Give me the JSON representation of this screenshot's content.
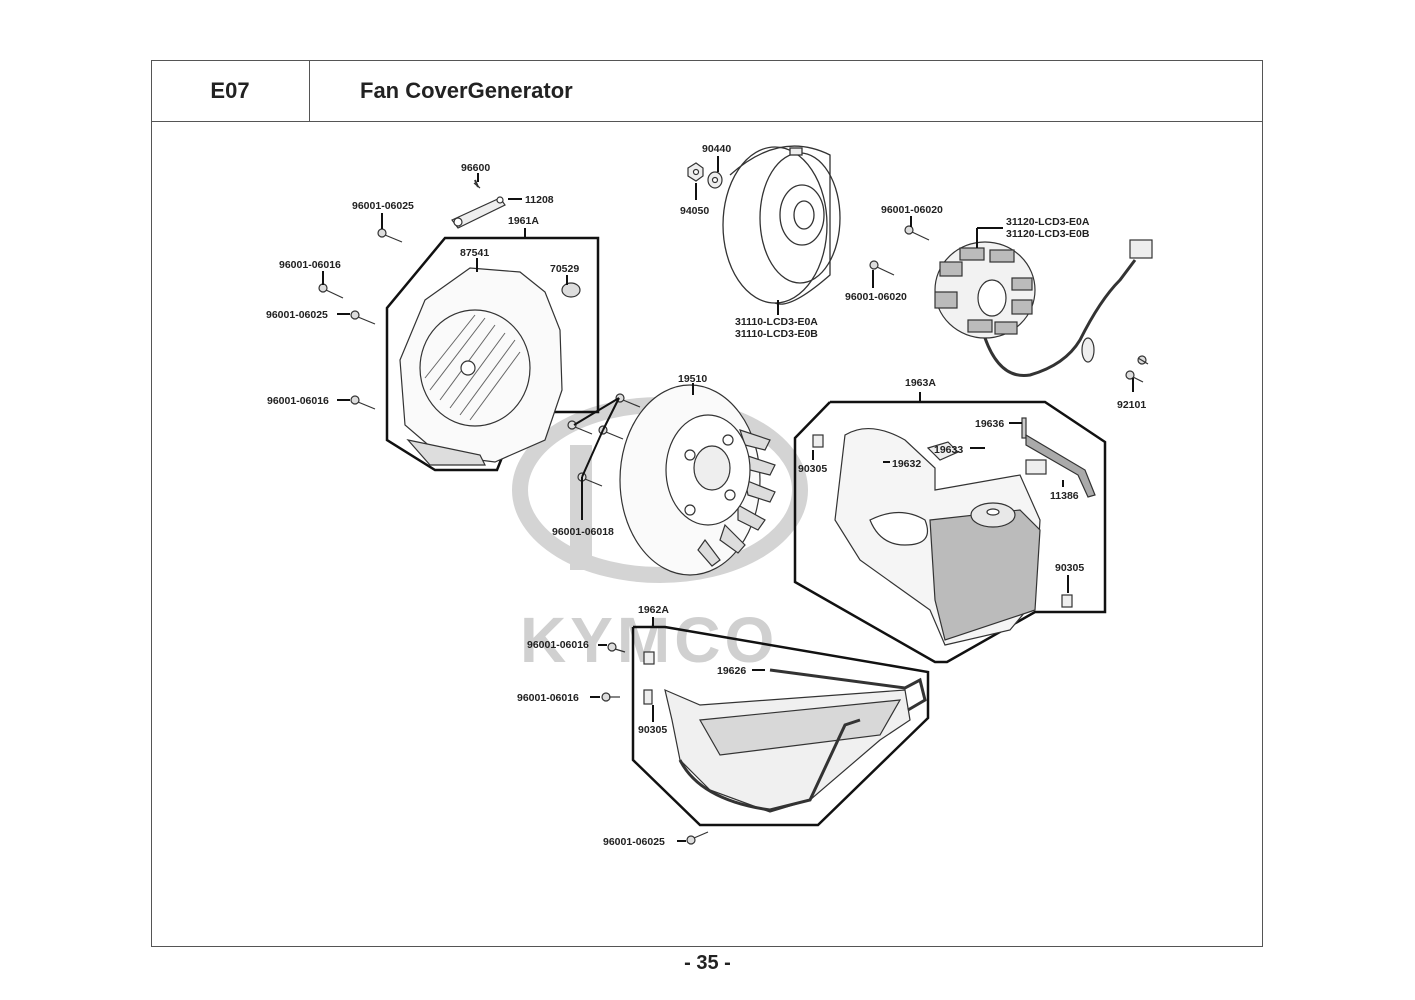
{
  "header": {
    "section_code": "E07",
    "title": "Fan CoverGenerator"
  },
  "watermark": {
    "brand": "KYMCO",
    "color": "#d0d0d0"
  },
  "groups": [
    {
      "id": "1961A",
      "name": "fan-cover-group"
    },
    {
      "id": "1963A",
      "name": "shroud-group"
    },
    {
      "id": "1962A",
      "name": "lower-shroud-group"
    }
  ],
  "labels": {
    "p96600": "96600",
    "p11208": "11208",
    "p96001_06025_a": "96001-06025",
    "g1961A": "1961A",
    "p87541": "87541",
    "p70529": "70529",
    "p96001_06016_a": "96001-06016",
    "p96001_06025_b": "96001-06025",
    "p96001_06016_b": "96001-06016",
    "p90440": "90440",
    "p94050": "94050",
    "p31110a": "31110-LCD3-E0A",
    "p31110b": "31110-LCD3-E0B",
    "p96001_06020_a": "96001-06020",
    "p96001_06020_b": "96001-06020",
    "p31120a": "31120-LCD3-E0A",
    "p31120b": "31120-LCD3-E0B",
    "p92101": "92101",
    "p19510": "19510",
    "p96001_06018": "96001-06018",
    "g1963A": "1963A",
    "p19636": "19636",
    "p19633": "19633",
    "p19632": "19632",
    "p90305_a": "90305",
    "p11386": "11386",
    "p90305_b": "90305",
    "g1962A": "1962A",
    "p96001_06016_c": "96001-06016",
    "p96001_06016_d": "96001-06016",
    "p19626": "19626",
    "p90305_c": "90305",
    "p96001_06025_c": "96001-06025"
  },
  "footer": {
    "page_number": "- 35 -"
  }
}
